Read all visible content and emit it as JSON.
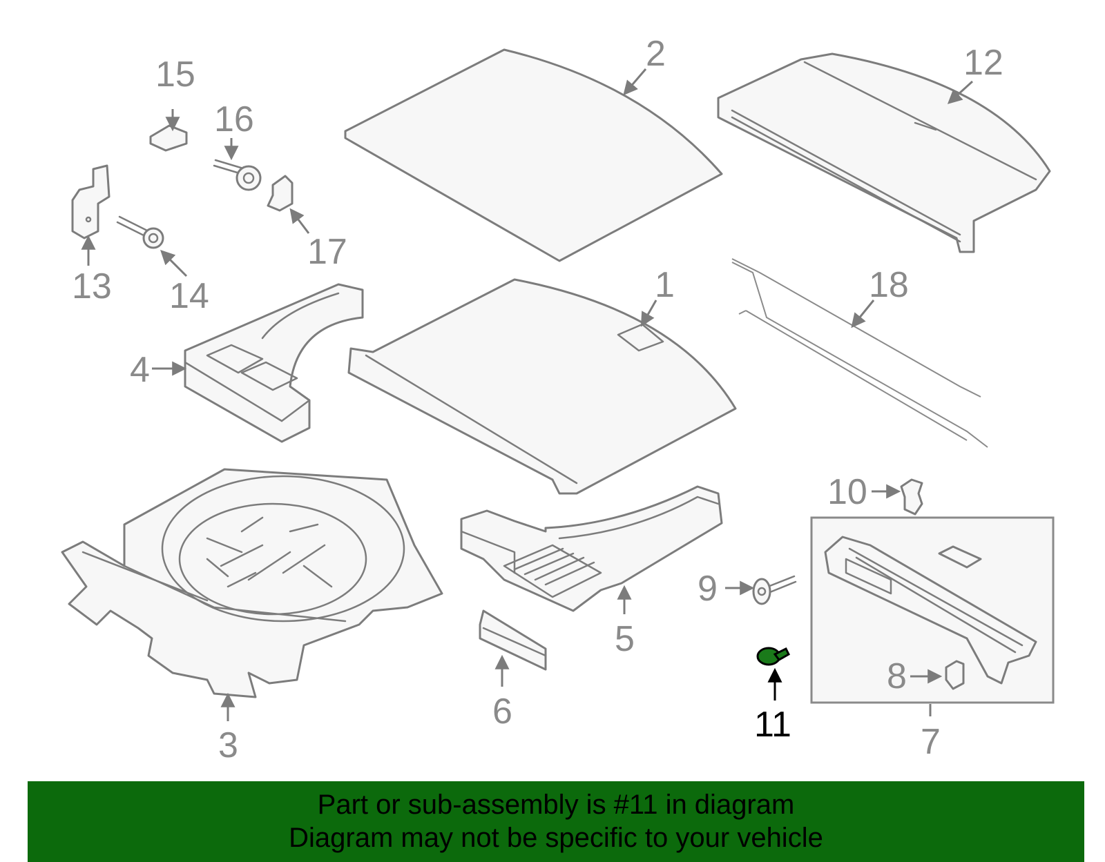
{
  "diagram": {
    "callouts": [
      "1",
      "2",
      "3",
      "4",
      "5",
      "6",
      "7",
      "8",
      "9",
      "10",
      "11",
      "12",
      "13",
      "14",
      "15",
      "16",
      "17",
      "18"
    ],
    "highlighted_callout": "11",
    "highlight_color": "#1a7a1a",
    "line_color": "#7c7c7c"
  },
  "banner": {
    "line1": "Part or sub-assembly is #11 in diagram",
    "line2": "Diagram may not be specific to your vehicle",
    "background": "#0c6a0c"
  }
}
